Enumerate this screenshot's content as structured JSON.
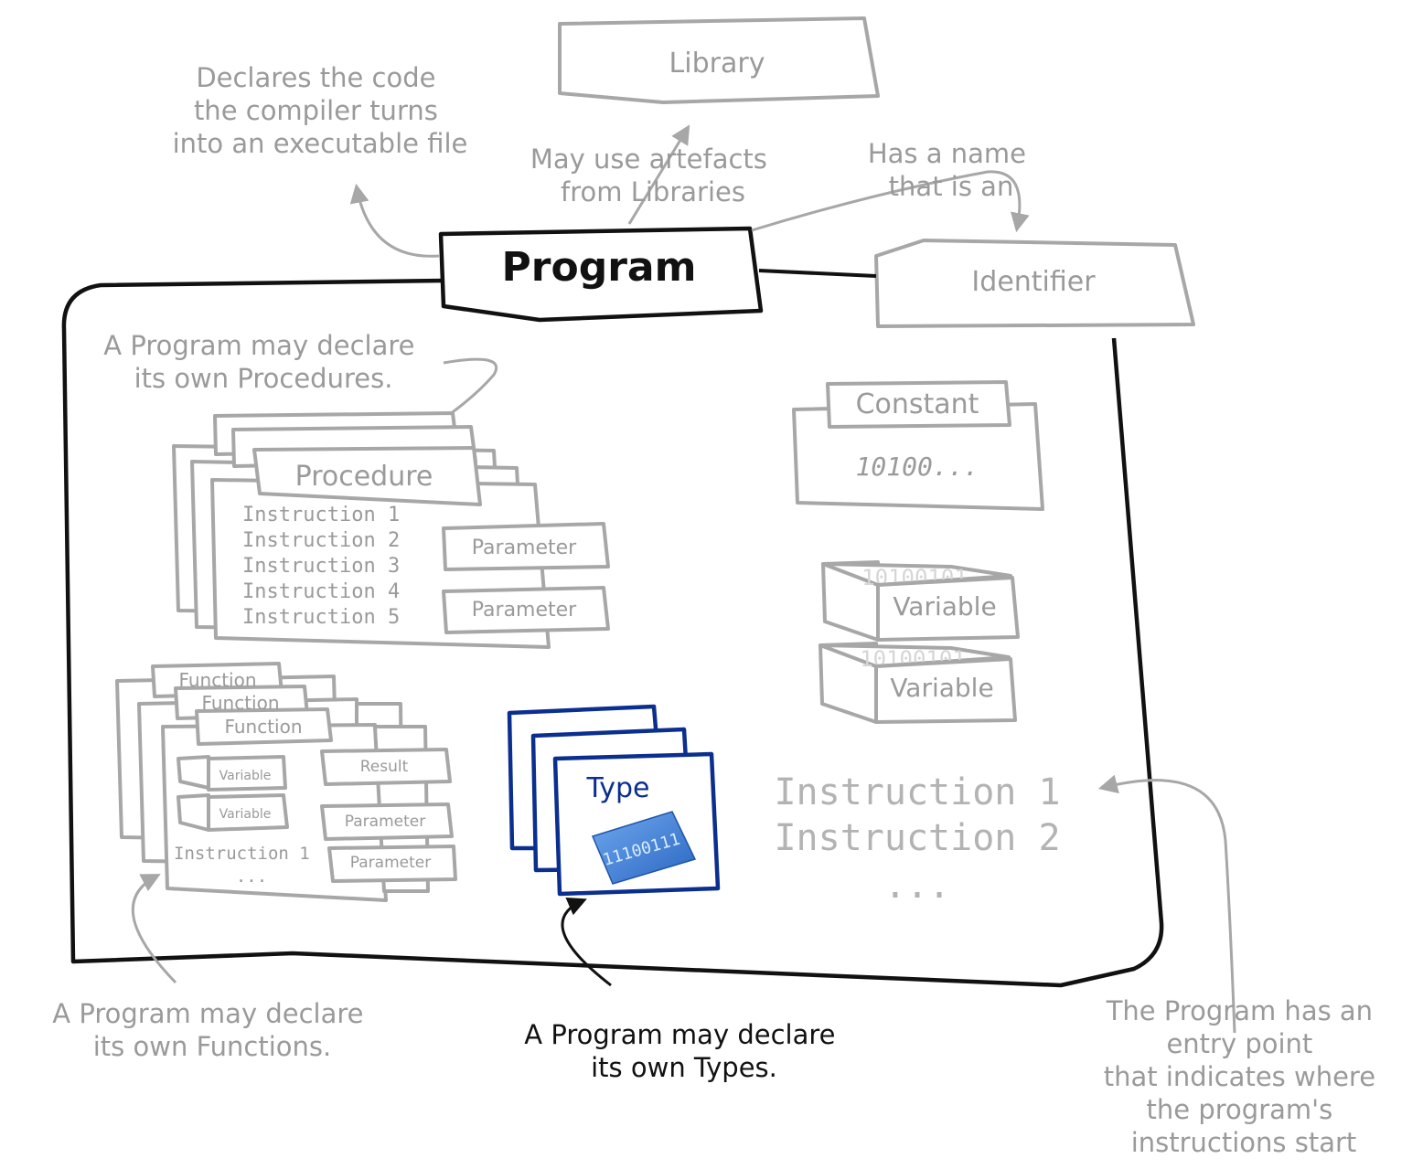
{
  "colors": {
    "grey": "#9a9a9a",
    "black": "#111111",
    "blue": "#0b2f8f",
    "type_card": "#3b7fd6"
  },
  "nodes": {
    "program": "Program",
    "library": "Library",
    "identifier": "Identifier",
    "constant": "Constant",
    "constant_value": "10100...",
    "variable": "Variable",
    "variable_bits": "10100101",
    "procedure": "Procedure",
    "parameter": "Parameter",
    "function": "Function",
    "result": "Result",
    "type": "Type",
    "type_bits": "11100111"
  },
  "instructions": {
    "procedure": [
      "Instruction 1",
      "Instruction 2",
      "Instruction 3",
      "Instruction 4",
      "Instruction 5"
    ],
    "function_line": "Instruction 1",
    "function_ellipsis": "...",
    "main": [
      "Instruction 1",
      "Instruction 2"
    ],
    "main_ellipsis": "..."
  },
  "notes": {
    "declares_code": [
      "Declares the code",
      "the compiler turns",
      "into an executable file"
    ],
    "uses_library": [
      "May use artefacts",
      "from Libraries"
    ],
    "has_name": [
      "Has a name",
      "that is an"
    ],
    "procedures": [
      "A Program may declare",
      "its own Procedures."
    ],
    "functions": [
      "A Program may declare",
      "its own Functions."
    ],
    "types": [
      "A Program may declare",
      "its own Types."
    ],
    "entry_point": [
      "The Program has an",
      "entry point",
      "that indicates where",
      "the program's",
      "instructions start"
    ]
  }
}
